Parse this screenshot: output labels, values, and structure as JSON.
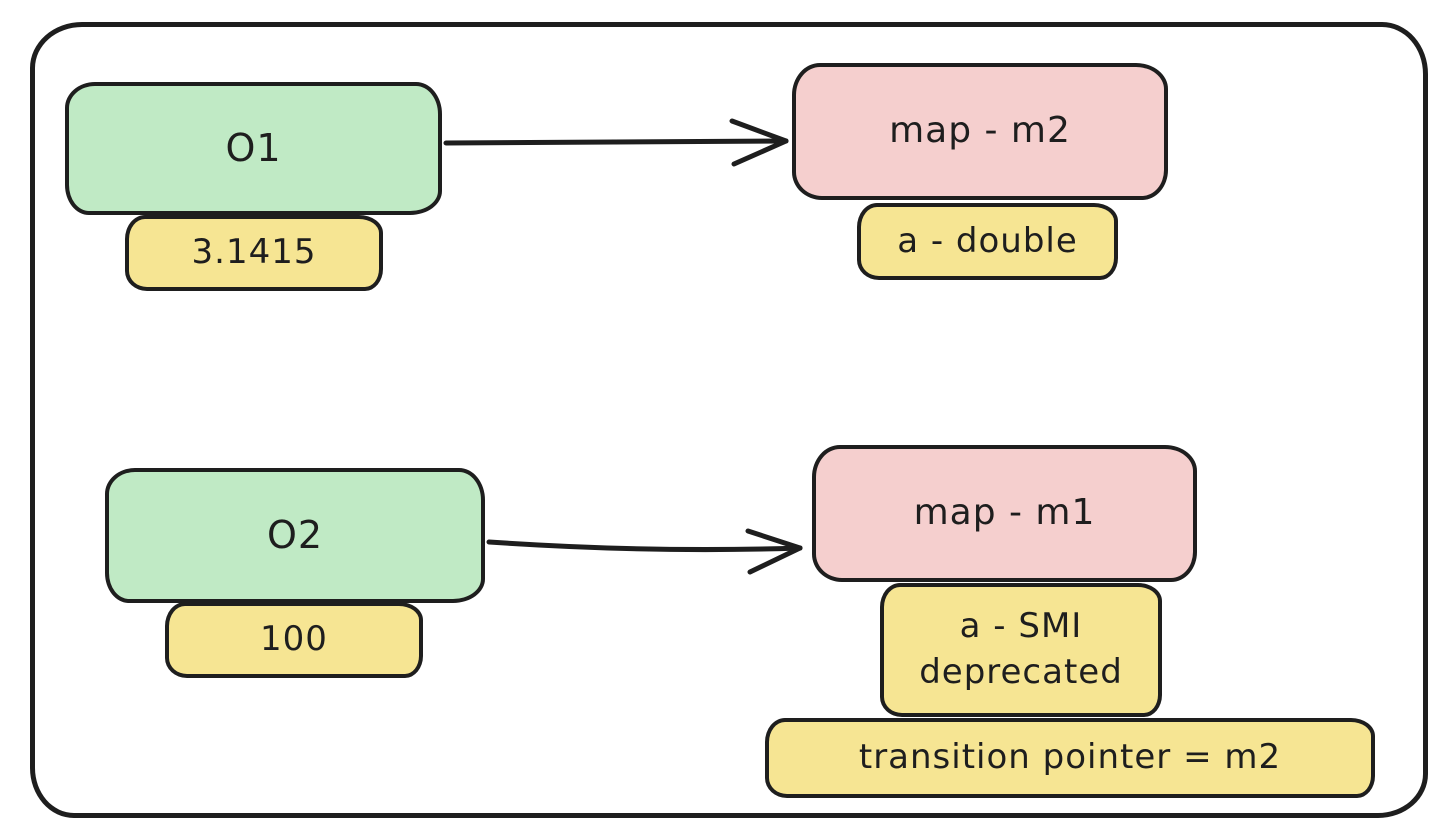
{
  "colors": {
    "background": "#ffffff",
    "stroke": "#1e1e1e",
    "object_fill": "#c0eac5",
    "map_fill": "#f5cfce",
    "value_fill": "#f6e593"
  },
  "nodes": {
    "o1": {
      "label": "O1",
      "kind": "object"
    },
    "o1_value": {
      "label": "3.1415",
      "kind": "value"
    },
    "map_m2": {
      "label": "map - m2",
      "kind": "map"
    },
    "map_m2_field": {
      "label": "a - double",
      "kind": "value"
    },
    "o2": {
      "label": "O2",
      "kind": "object"
    },
    "o2_value": {
      "label": "100",
      "kind": "value"
    },
    "map_m1": {
      "label": "map - m1",
      "kind": "map"
    },
    "map_m1_field": {
      "label": "a - SMI\ndeprecated",
      "kind": "value"
    },
    "map_m1_transition": {
      "label": "transition pointer = m2",
      "kind": "value"
    }
  },
  "edges": [
    {
      "from": "o1",
      "to": "map_m2"
    },
    {
      "from": "o2",
      "to": "map_m1"
    }
  ]
}
